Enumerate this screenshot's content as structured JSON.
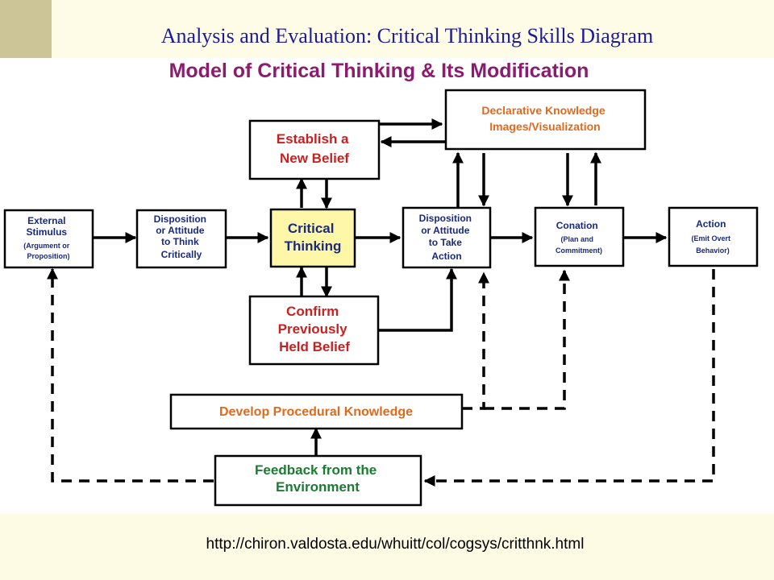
{
  "slide_title": "Analysis and Evaluation: Critical Thinking Skills Diagram",
  "diagram_title": "Model of Critical Thinking & Its Modification",
  "source_url": "http://chiron.valdosta.edu/whuitt/col/cogsys/critthnk.html",
  "colors": {
    "title_blue": "#1b1b9a",
    "diagram_title": "#8b1c6e",
    "box_red": "#cc1f1f",
    "box_orange": "#e06a1c",
    "box_green": "#1d7a33",
    "box_navy": "#1a2a7c",
    "critical_fill": "#fff7a8"
  },
  "nodes": {
    "external": {
      "lines": [
        "External",
        "Stimulus",
        "(Argument or",
        "Proposition)"
      ]
    },
    "disposition_think": {
      "lines": [
        "Disposition",
        "or Attitude",
        "to Think",
        "Critically"
      ]
    },
    "critical": {
      "lines": [
        "Critical",
        "Thinking"
      ]
    },
    "disposition_action": {
      "lines": [
        "Disposition",
        "or Attitude",
        "to Take",
        "Action"
      ]
    },
    "conation": {
      "lines": [
        "Conation",
        "(Plan and",
        "Commitment)"
      ]
    },
    "action": {
      "lines": [
        "Action",
        "(Emit Overt",
        "Behavior)"
      ]
    },
    "establish": {
      "lines": [
        "Establish a",
        "New Belief"
      ]
    },
    "confirm": {
      "lines": [
        "Confirm",
        "Previously",
        "Held Belief"
      ]
    },
    "declarative": {
      "lines": [
        "Declarative Knowledge",
        "Images/Visualization"
      ]
    },
    "procedural": {
      "lines": [
        "Develop Procedural Knowledge"
      ]
    },
    "feedback": {
      "lines": [
        "Feedback from the",
        "Environment"
      ]
    }
  }
}
